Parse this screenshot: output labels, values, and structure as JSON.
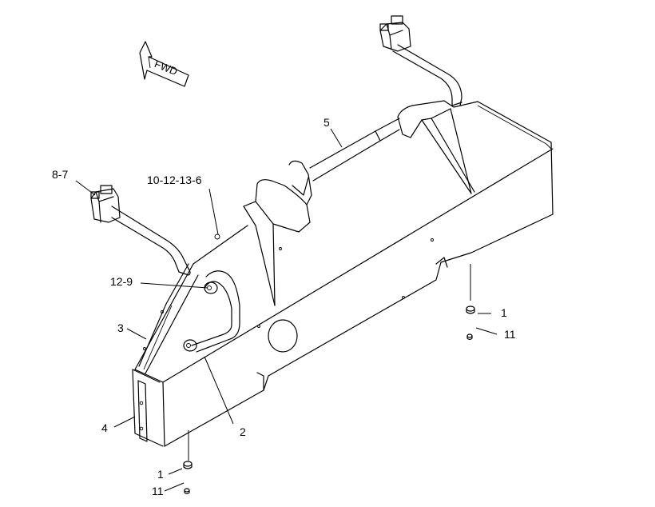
{
  "diagram": {
    "fwd_label": "FWD",
    "callouts": {
      "c_8_7": "8-7",
      "c_10_12_13_6": "10-12-13-6",
      "c_5": "5",
      "c_12_9": "12-9",
      "c_3": "3",
      "c_4": "4",
      "c_2": "2",
      "c_1_right": "1",
      "c_11_right": "11",
      "c_1_bottom": "1",
      "c_11_bottom": "11"
    }
  }
}
